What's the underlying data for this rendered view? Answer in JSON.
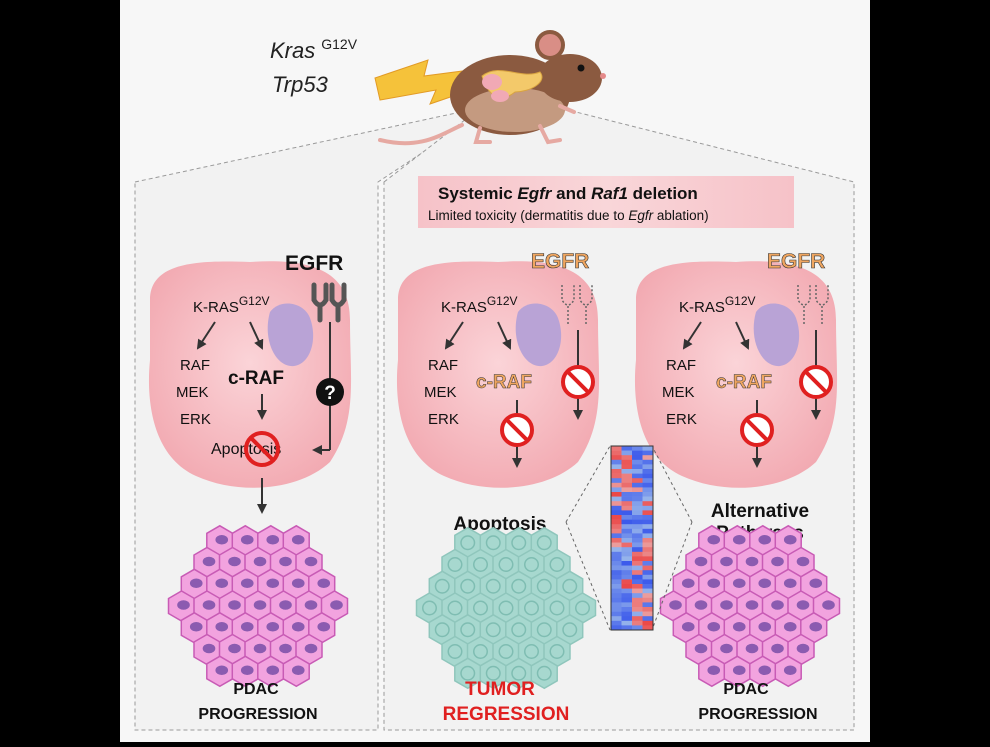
{
  "header": {
    "gene1": "Kras",
    "gene1_sup": "G12V",
    "gene2": "Trp53"
  },
  "banner": {
    "title_pre": "Systemic ",
    "title_gene1": "Egfr",
    "title_mid": " and ",
    "title_gene2": "Raf1",
    "title_post": " deletion",
    "subtitle_pre": "Limited toxicity (dermatitis due to ",
    "subtitle_gene": "Egfr",
    "subtitle_post": " ablation)"
  },
  "panels": [
    {
      "receptor": "EGFR",
      "kras": "K-RAS",
      "kras_sup": "G12V",
      "raf": "RAF",
      "mek": "MEK",
      "erk": "ERK",
      "craf": "c-RAF",
      "question": "?",
      "apoptosis": "Apoptosis",
      "outcome_line1": "PDAC",
      "outcome_line2": "PROGRESSION"
    },
    {
      "receptor": "EGFR",
      "kras": "K-RAS",
      "kras_sup": "G12V",
      "raf": "RAF",
      "mek": "MEK",
      "erk": "ERK",
      "craf": "c-RAF",
      "result": "Apoptosis",
      "outcome_line1": "TUMOR",
      "outcome_line2": "REGRESSION"
    },
    {
      "receptor": "EGFR",
      "kras": "K-RAS",
      "kras_sup": "G12V",
      "raf": "RAF",
      "mek": "MEK",
      "erk": "ERK",
      "craf": "c-RAF",
      "result_line1": "Alternative",
      "result_line2": "Pathways",
      "outcome_line1": "PDAC",
      "outcome_line2": "PROGRESSION"
    }
  ],
  "colors": {
    "cell": "#f4b6bd",
    "organelle": "#b9a3d6",
    "accent_orange": "#f0a660",
    "inhibit_red": "#e02020",
    "regression_red": "#e02020",
    "tumor_cell": "#c85bb5",
    "dead_cell": "#a7d8cf"
  },
  "heatmap": {
    "rows": 40,
    "cols": 4
  }
}
